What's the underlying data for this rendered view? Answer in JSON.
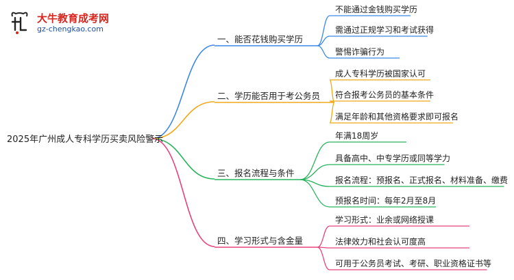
{
  "logo": {
    "title": "大牛教育成考网",
    "url": "gz-chengkao.com"
  },
  "root": "2025年广州成人专科学历买卖风险警示",
  "branches": [
    {
      "label": "一、能否花钱购买学历",
      "color": "#3a86e8",
      "children": [
        "不能通过金钱购买学历",
        "需通过正规学习和考试获得",
        "警惕诈骗行为"
      ]
    },
    {
      "label": "二、学历能否用于考公务员",
      "color": "#f0a818",
      "children": [
        "成人专科学历被国家认可",
        "符合报考公务员的基本条件",
        "满足年龄和其他资格要求即可报名"
      ]
    },
    {
      "label": "三、报名流程与条件",
      "color": "#27b35b",
      "children": [
        "年满18周岁",
        "具备高中、中专学历或同等学力",
        "报名流程：预报名、正式报名、材料准备、缴费",
        "预报名时间：每年2月至8月"
      ]
    },
    {
      "label": "四、学习形式与含金量",
      "color": "#e8407a",
      "children": [
        "学习形式：业余或网络授课",
        "法律效力和社会认可度高",
        "可用于公务员考试、考研、职业资格证书等"
      ]
    }
  ]
}
